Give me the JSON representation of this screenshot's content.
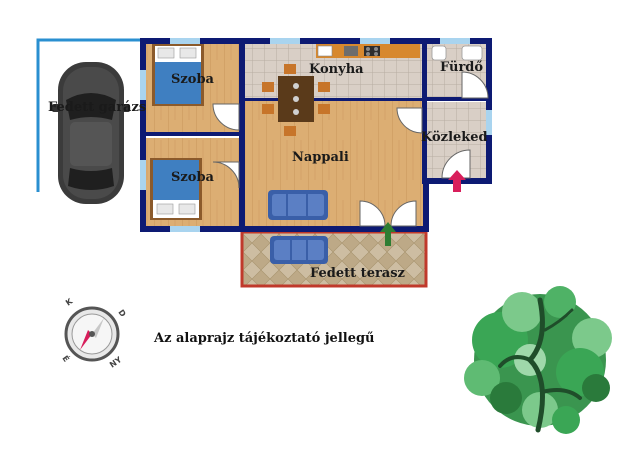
{
  "rooms": {
    "garage": "Fedett garázs",
    "bedroom1": "Szoba",
    "bedroom2": "Szoba",
    "kitchen": "Konyha",
    "bathroom": "Fürdő",
    "living": "Nappali",
    "hallway": "Közlekedő",
    "terrace": "Fedett terasz"
  },
  "note": "Az alaprajz tájékoztató jellegű",
  "compass": {
    "letters": [
      "K",
      "D",
      "NY",
      "É"
    ]
  },
  "colors": {
    "wall": "#0d1a73",
    "floor": "#d9a96e",
    "tile": "#c9bdb1",
    "garage_line": "#2a8fd0",
    "terrace_border": "#c0392b",
    "entry_red": "#d81e5b",
    "entry_green": "#2e7d32",
    "tree": "#3aa655"
  }
}
